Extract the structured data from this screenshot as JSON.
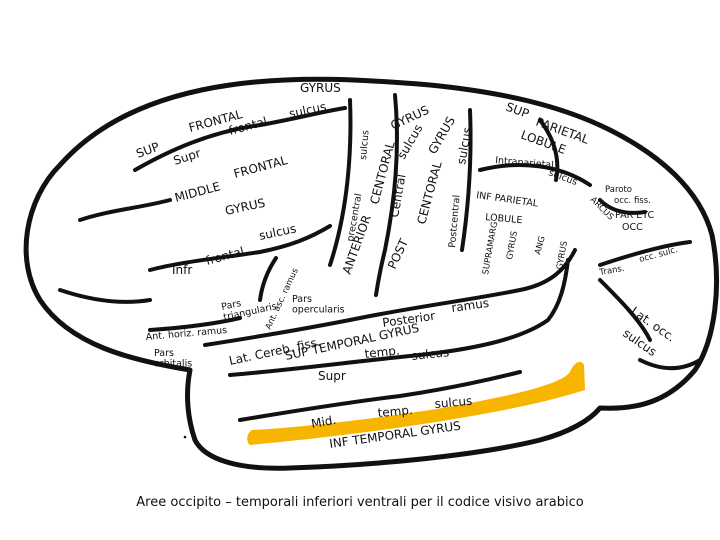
{
  "labels": {
    "gyrus_top": "GYRUS",
    "sup": "SUP",
    "frontal_upper": "FRONTAL",
    "sulcus_upper": "sulcus",
    "supr": "Supr",
    "frontal_lower_sm": "frontal",
    "middle": "MIDDLE",
    "frontal_middle": "FRONTAL",
    "gyrus_middle": "GYRUS",
    "sulcus_precentral": "sulcus",
    "infr": "Infr",
    "frontal_infr": "frontal",
    "sulcus_infr": "sulcus",
    "pars_triangularis": "Pars\ntriangularis",
    "ant_asc_ramus": "Ant. asc. ramus",
    "pars_opercularis": "Pars\nopercularis",
    "ant_horiz_ramus": "Ant. horiz. ramus",
    "pars_orbitalis": "Pars\norbitalis",
    "gyrus_central": "GYRUS",
    "central_vertical": "CENTORAL",
    "anterior": "ANTERIOR",
    "precentral_sulcus": "precentral",
    "central_sulcus": "Central",
    "sulcus_c": "sulcus",
    "sulcus_post": "sulcus",
    "gyrus_post": "GYRUS",
    "centoral_post": "CENTORAL",
    "post": "POST",
    "postcentral": "Postcentral",
    "sup_parietal": "SUP",
    "parietal": "PARIETAL",
    "lobule_sup": "LOBULE",
    "intraparietal": "Intraparietal",
    "sulcus_intra": "sulcus",
    "inf_parietal": "INF PARIETAL",
    "lobule_inf": "LOBULE",
    "supramarg": "SUPRAMARG",
    "gyrus_sm": "GYRUS",
    "ang": "ANG",
    "gyrus_ang": "GYRUS",
    "paroto_occ": "Paroto",
    "occ_fiss": "occ. fiss.",
    "arcus": "ARCUS",
    "par_etc": "PAR ETC",
    "occ_small": "OCC",
    "trans": "Trans.",
    "occ_sulc": "occ. sulc.",
    "lat_occ_sulcus": "Lat. occ.",
    "sulcus_lat_occ": "sulcus",
    "posterior_ramus": "Posterior",
    "ramus": "ramus",
    "lat_cereb_fiss": "Lat. Cereb. fiss.",
    "sup_temporal_gyrus": "SUP TEMPORAL GYRUS",
    "supr_temp": "Supr",
    "temp_sulcus": "temp.",
    "sulcus_temp": "sulcus",
    "mid": "Mid.",
    "temp_mid": "temp.",
    "sulcus_mid": "sulcus",
    "inf_temporal_gyrus": "INF TEMPORAL GYRUS"
  },
  "highlight": {
    "region": "inferior temporal gyrus",
    "color": "#f7b500"
  },
  "caption": "Aree occipito – temporali inferiori ventrali per il codice visivo arabico"
}
